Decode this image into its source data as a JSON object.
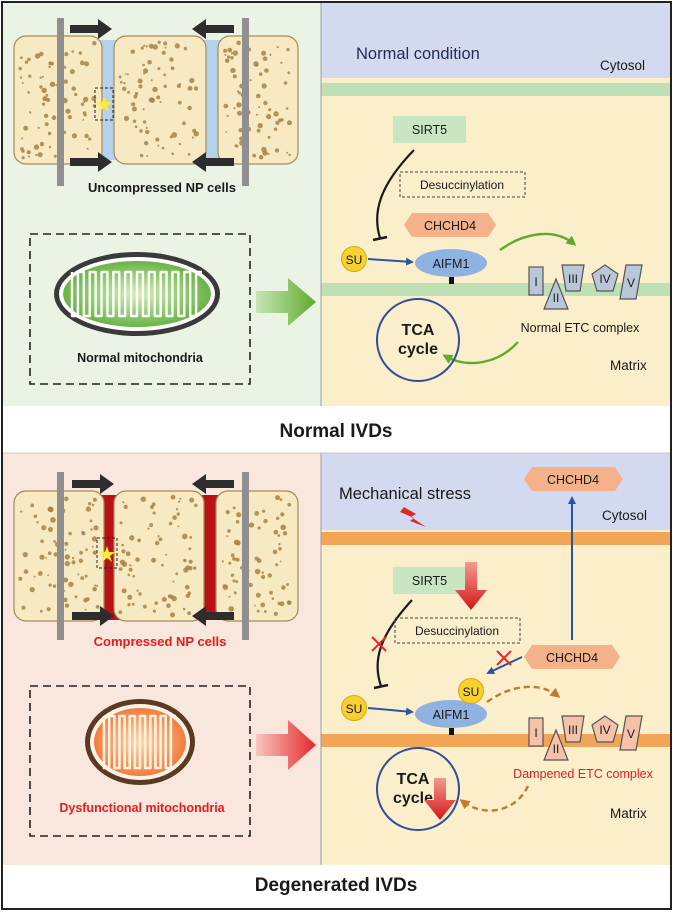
{
  "top": {
    "compression_label": "Uncompressed NP cells",
    "mito_label": "Normal mitochondria",
    "condition_label": "Normal condition",
    "cytosol_label": "Cytosol",
    "matrix_label": "Matrix",
    "sirt5": "SIRT5",
    "desucc": "Desuccinylation",
    "chchd4": "CHCHD4",
    "su": "SU",
    "aifm1": "AIFM1",
    "tca_line1": "TCA",
    "tca_line2": "cycle",
    "etc_label": "Normal ETC complex",
    "complexes": [
      "I",
      "II",
      "III",
      "IV",
      "V"
    ],
    "section_title": "Normal IVDs"
  },
  "bottom": {
    "compression_label": "Compressed NP cells",
    "mito_label": "Dysfunctional mitochondria",
    "stress_label": "Mechanical stress",
    "cytosol_label": "Cytosol",
    "matrix_label": "Matrix",
    "sirt5": "SIRT5",
    "desucc": "Desuccinylation",
    "chchd4_cytosol": "CHCHD4",
    "chchd4_matrix": "CHCHD4",
    "su_left": "SU",
    "su_bound": "SU",
    "aifm1": "AIFM1",
    "tca_line1": "TCA",
    "tca_line2": "cycle",
    "etc_label": "Dampened ETC complex",
    "complexes": [
      "I",
      "II",
      "III",
      "IV",
      "V"
    ],
    "section_title": "Degenerated IVDs"
  },
  "colors": {
    "left_top_bg": "#eaf3e4",
    "left_bottom_bg": "#f9e6dc",
    "cytosol_bg": "#d3daf0",
    "matrix_bg": "#fbeecb",
    "membrane_green": "#bfe0b4",
    "membrane_orange": "#f3a557",
    "disc_blue": "#b4d2ec",
    "disc_red": "#b81116",
    "vertebra": "#f7e9c2",
    "arrow_green": "#5faa2e",
    "arrow_red": "#e6272a",
    "red_text": "#e02020",
    "blue_line": "#2a56a0",
    "aifm1_fill": "#8fb2e0",
    "chchd4_fill": "#f4b18a",
    "sirt5_fill": "#c9e6c2",
    "su_fill": "#f8d032",
    "etc_fill": "#b9c7d8",
    "etc_damped_fill": "#f4c2a8",
    "tca_stroke": "#2f4f9a",
    "dashed_brown": "#c07a2c"
  }
}
